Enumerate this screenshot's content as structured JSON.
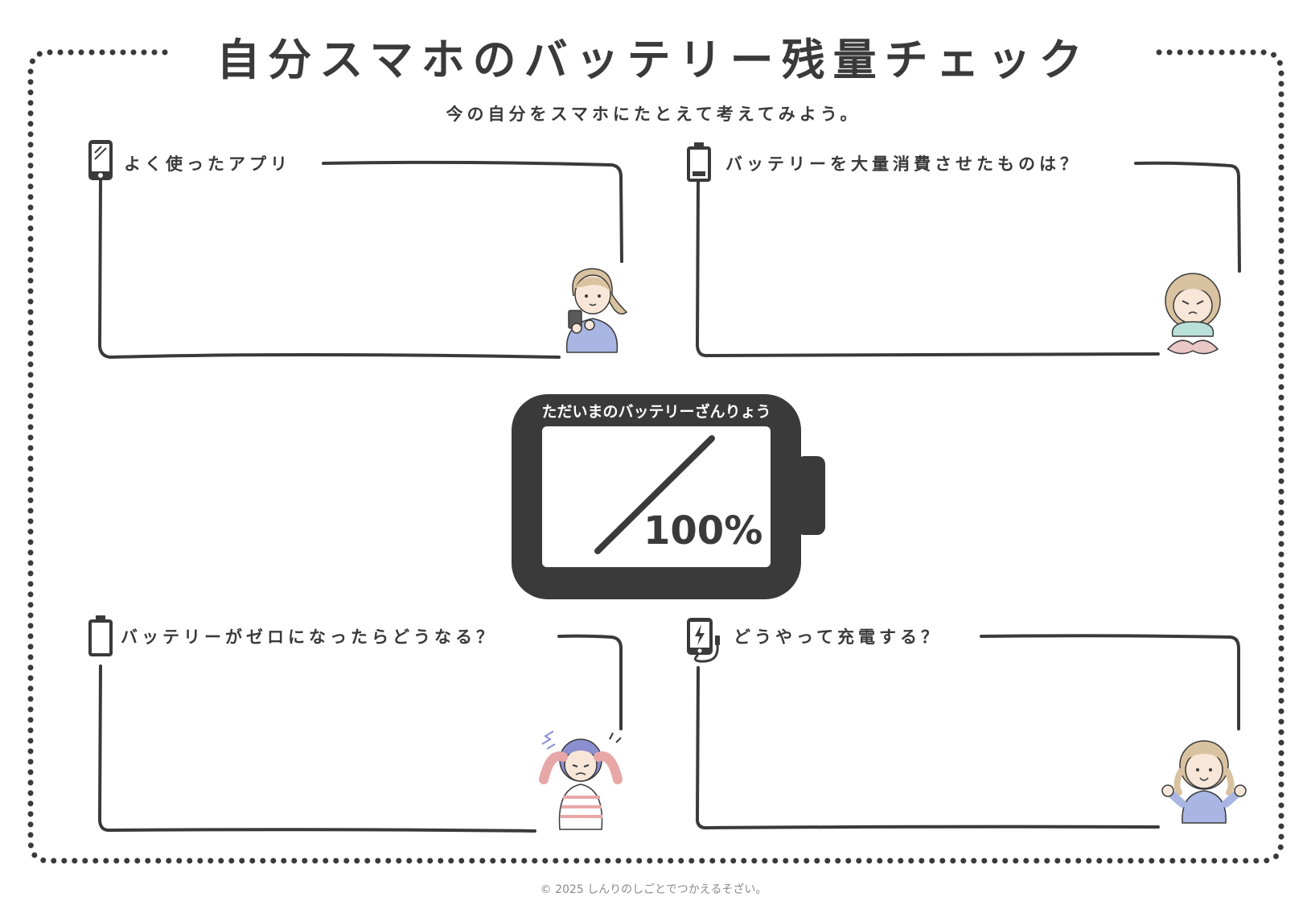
{
  "title": "自分スマホのバッテリー残量チェック",
  "subtitle": "今の自分をスマホにたとえて考えてみよう。",
  "sections": [
    {
      "label": "よく使ったアプリ",
      "icon": "smartphone-icon"
    },
    {
      "label": "バッテリーを大量消費させたものは？",
      "icon": "low-battery-icon"
    },
    {
      "label": "バッテリーがゼロになったらどうなる？",
      "icon": "empty-battery-icon"
    },
    {
      "label": "どうやって充電する？",
      "icon": "charging-phone-icon"
    }
  ],
  "battery": {
    "caption": "ただいまのバッテリーざんりょう",
    "max_label": "100%"
  },
  "copyright": "© 2025 しんりのしごとでつかえるそざい。",
  "colors": {
    "ink": "#3a3a3a",
    "shirt_blue": "#a9b6e3",
    "hair_tan": "#d9c2a0",
    "stripe_pink": "#e8a7a7",
    "skin": "#f8e6d8"
  }
}
